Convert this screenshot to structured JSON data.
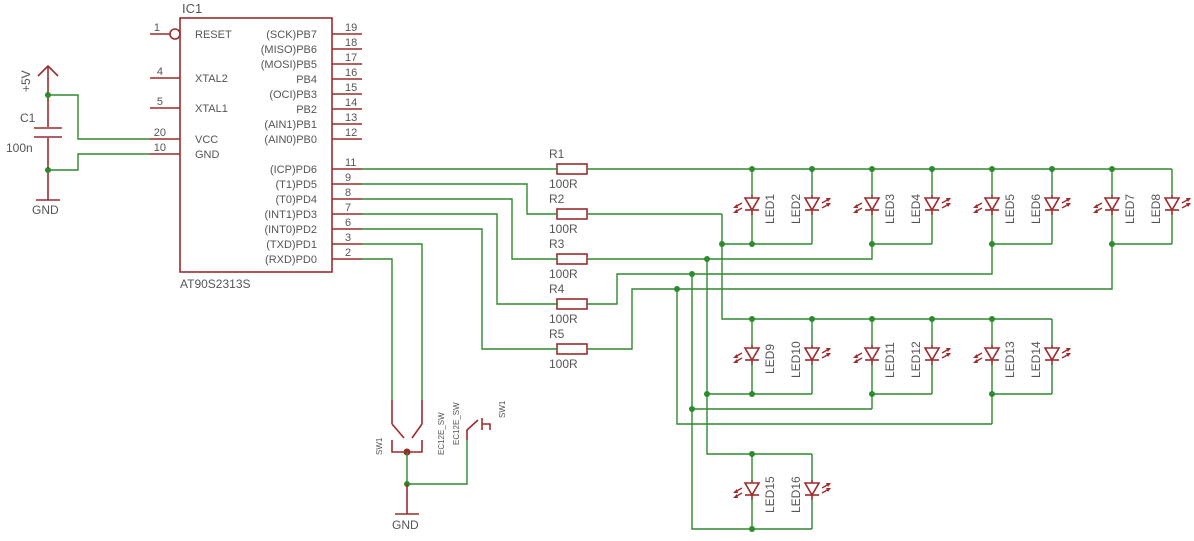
{
  "ic": {
    "name": "IC1",
    "part": "AT90S2313S",
    "left_pins": [
      {
        "num": "1",
        "name": "RESET"
      },
      {
        "num": "4",
        "name": "XTAL2"
      },
      {
        "num": "5",
        "name": "XTAL1"
      },
      {
        "num": "20",
        "name": "VCC"
      },
      {
        "num": "10",
        "name": "GND"
      }
    ],
    "right_pins": [
      {
        "num": "19",
        "name": "(SCK)PB7"
      },
      {
        "num": "18",
        "name": "(MISO)PB6"
      },
      {
        "num": "17",
        "name": "(MOSI)PB5"
      },
      {
        "num": "16",
        "name": "PB4"
      },
      {
        "num": "15",
        "name": "(OCI)PB3"
      },
      {
        "num": "14",
        "name": "PB2"
      },
      {
        "num": "13",
        "name": "(AIN1)PB1"
      },
      {
        "num": "12",
        "name": "(AIN0)PB0"
      },
      {
        "num": "11",
        "name": "(ICP)PD6"
      },
      {
        "num": "9",
        "name": "(T1)PD5"
      },
      {
        "num": "8",
        "name": "(T0)PD4"
      },
      {
        "num": "7",
        "name": "(INT1)PD3"
      },
      {
        "num": "6",
        "name": "(INT0)PD2"
      },
      {
        "num": "3",
        "name": "(TXD)PD1"
      },
      {
        "num": "2",
        "name": "(RXD)PD0"
      }
    ]
  },
  "power": {
    "vcc_label": "+5V",
    "gnd_label": "GND",
    "gnd2_label": "GND"
  },
  "capacitor": {
    "name": "C1",
    "value": "100n"
  },
  "resistors": [
    {
      "name": "R1",
      "value": "100R"
    },
    {
      "name": "R2",
      "value": "100R"
    },
    {
      "name": "R3",
      "value": "100R"
    },
    {
      "name": "R4",
      "value": "100R"
    },
    {
      "name": "R5",
      "value": "100R"
    }
  ],
  "leds": [
    "LED1",
    "LED2",
    "LED3",
    "LED4",
    "LED5",
    "LED6",
    "LED7",
    "LED8",
    "LED9",
    "LED10",
    "LED11",
    "LED12",
    "LED13",
    "LED14",
    "LED15",
    "LED16"
  ],
  "switches": {
    "sw_left": "SW1",
    "ec1": "EC12E_SW",
    "ec2": "EC12E_SW",
    "sw_right": "SW1"
  }
}
